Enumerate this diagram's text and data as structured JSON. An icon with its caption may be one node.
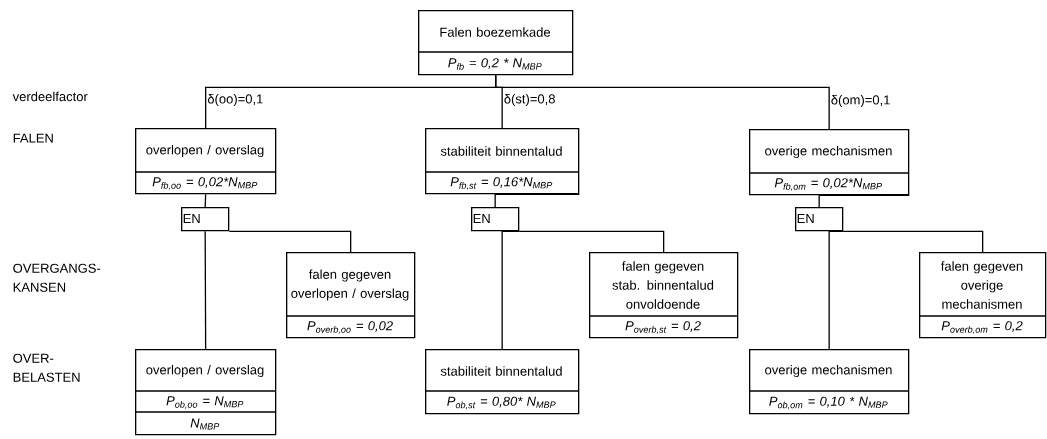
{
  "diagram": {
    "nodes": [
      {
        "text": [
          "Falen boezemkade",
          "P$_{fb}$ = 0,2 * N$_{MBP}$"
        ]
      },
      {
        "text": [
          "overlopen / overslag",
          "P$_{fb,oo}$ = 0,02*N$_{MBP}$"
        ]
      },
      {
        "text": [
          "stabiliteit binnentalud",
          "P$_{fb,st}$ = 0,16*N$_{MBP}$"
        ]
      },
      {
        "text": [
          "overige mechanismen",
          "P$_{fb,om}$ = 0,02*N$_{MBP}$"
        ]
      },
      {
        "text": [
          "EN"
        ]
      },
      {
        "text": [
          "EN"
        ]
      },
      {
        "text": [
          "EN"
        ]
      },
      {
        "text": [
          "falen gegeven overlopen / overslag",
          "P$_{overb,oo}$ = 0,02"
        ]
      },
      {
        "text": [
          "falen gegeven stab. binnentalud onvoldoende",
          "P$_{overb,st}$ = 0,2"
        ]
      },
      {
        "text": [
          "falen gegeven overige mechanismen",
          "P$_{overb,om}$ = 0,2"
        ]
      },
      {
        "text": [
          "overlopen / overslag",
          "P$_{ob,oo}$ = N$_{MBP}$",
          "N$_{MBP}$"
        ]
      },
      {
        "text": [
          "stabiliteit binnentalud",
          "P$_{ob,st}$ = 0,80* N$_{MBP}$"
        ]
      },
      {
        "text": [
          "overige mechanismen",
          "P$_{ob,om}$ = 0,10 * N$_{MBP}$"
        ]
      }
    ],
    "edges": [
      {
        "from": 0,
        "to": 1,
        "arrow": "none",
        "label": "δ(oo)=0,1"
      },
      {
        "from": 0,
        "to": 2,
        "arrow": "none",
        "label": "δ(st)=0,8"
      },
      {
        "from": 0,
        "to": 3,
        "arrow": "none",
        "label": "δ(om)=0,1"
      },
      {
        "from": 1,
        "to": 4,
        "arrow": "none"
      },
      {
        "from": 2,
        "to": 5,
        "arrow": "none"
      },
      {
        "from": 3,
        "to": 6,
        "arrow": "none"
      },
      {
        "from": 4,
        "to": 10,
        "arrow": "none"
      },
      {
        "from": 4,
        "to": 7,
        "arrow": "none"
      },
      {
        "from": 5,
        "to": 11,
        "arrow": "none"
      },
      {
        "from": 5,
        "to": 8,
        "arrow": "none"
      },
      {
        "from": 6,
        "to": 12,
        "arrow": "none"
      },
      {
        "from": 6,
        "to": 9,
        "arrow": "none"
      }
    ],
    "labels": [
      "verdeelfactor",
      "FALEN",
      "OVERGANGS- KANSEN",
      "OVER- BELASTEN"
    ]
  }
}
